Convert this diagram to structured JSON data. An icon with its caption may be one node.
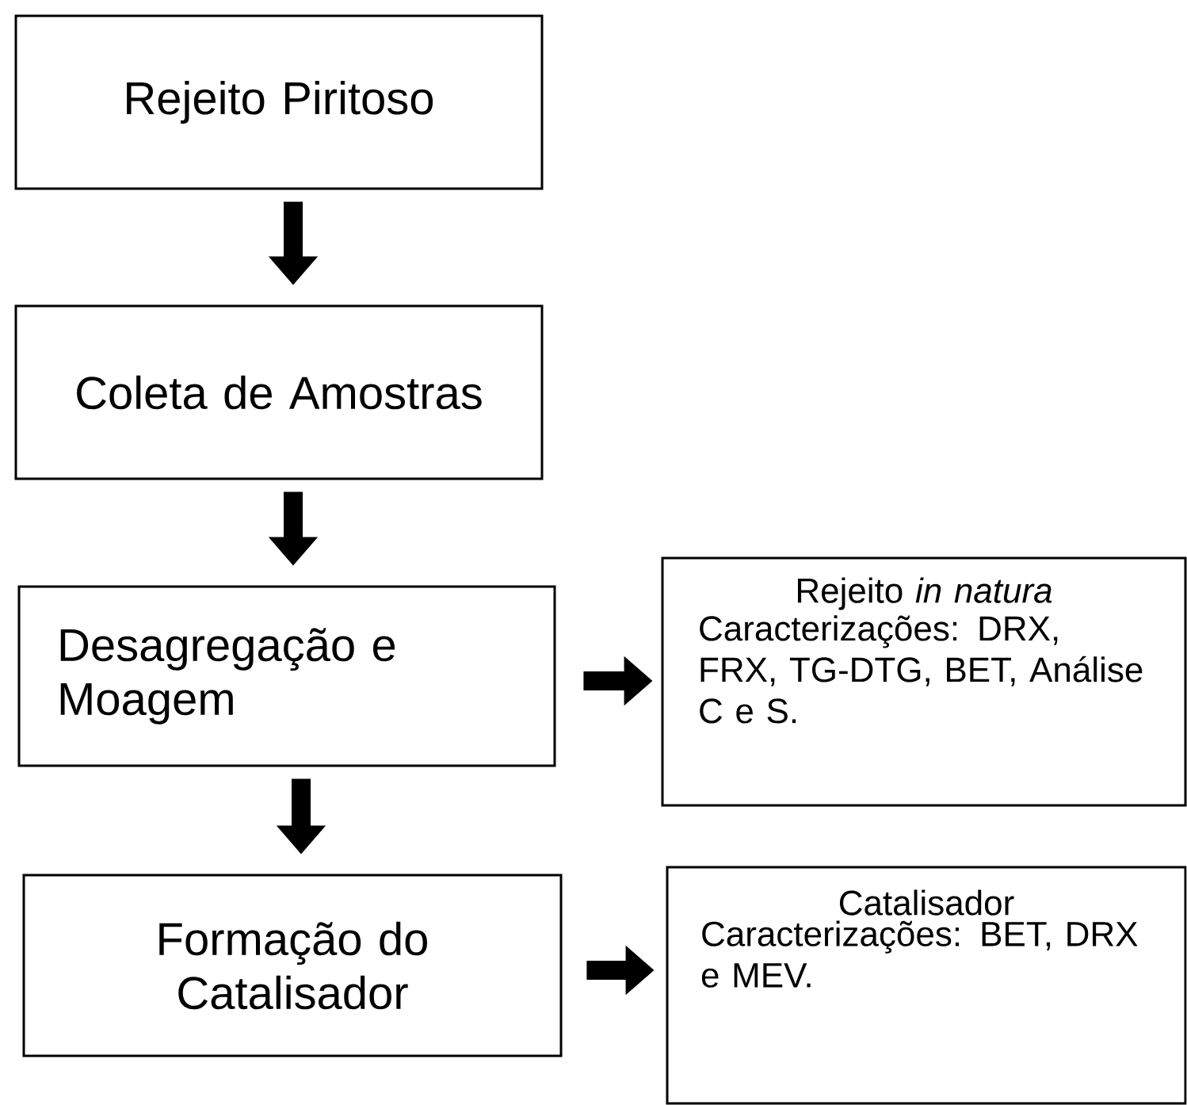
{
  "diagram": {
    "nodes": [
      {
        "text": [
          "Rejeito Piritoso"
        ]
      },
      {
        "text": [
          "Coleta de Amostras"
        ]
      },
      {
        "text": [
          "Desagregação e Moagem"
        ]
      },
      {
        "text": [
          "Formação do Catalisador"
        ]
      },
      {
        "text": [
          "Rejeito *in natura*",
          "Caracterizações: DRX, FRX, TG-DTG, BET, Análise C e S."
        ]
      },
      {
        "text": [
          "Catalisador",
          "Caracterizações: BET, DRX e MEV."
        ]
      }
    ],
    "edges": [
      {
        "from": 0,
        "to": 1,
        "arrow": "to"
      },
      {
        "from": 1,
        "to": 2,
        "arrow": "to"
      },
      {
        "from": 2,
        "to": 3,
        "arrow": "to"
      },
      {
        "from": 2,
        "to": 4,
        "arrow": "to"
      },
      {
        "from": 3,
        "to": 5,
        "arrow": "to"
      }
    ]
  }
}
